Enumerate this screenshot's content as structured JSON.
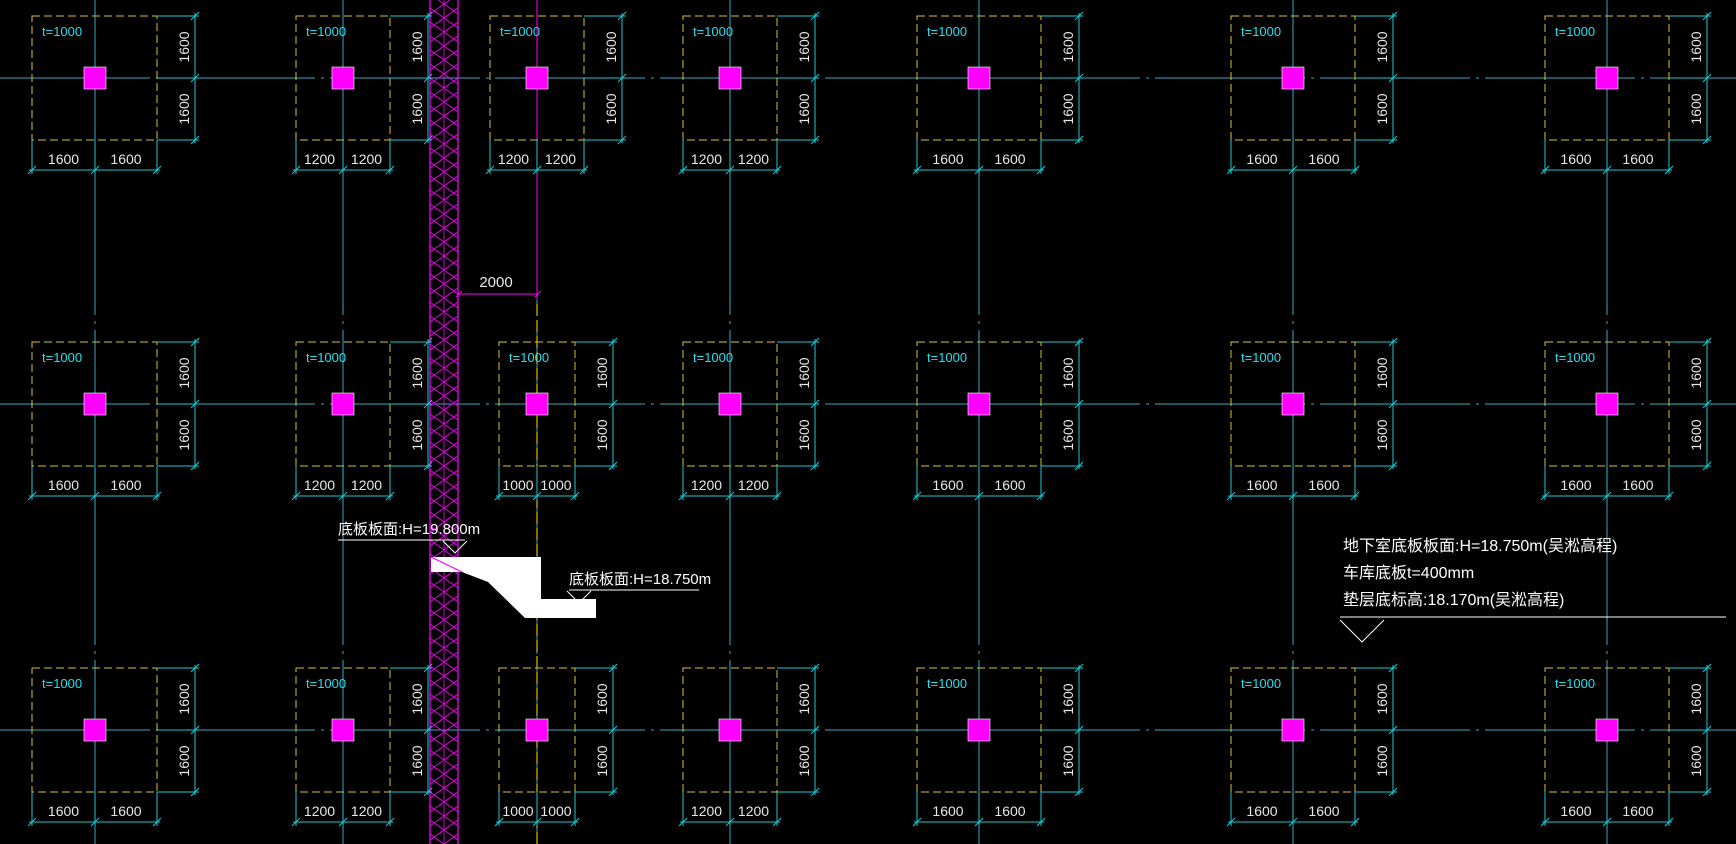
{
  "drawing": {
    "background": "#000000",
    "colors": {
      "axis": "#3aa6c4",
      "footing_outline": "#d6c23a",
      "dimension": "#1ec8d2",
      "dim_text": "#e8e8e8",
      "thickness_text": "#22e0f0",
      "column": "#ff00ff",
      "pile_wall": "#ff00ff",
      "white": "#ffffff"
    },
    "footings": [
      {
        "id": "r1c1",
        "thickness_label": "t=1000",
        "width_left": "1600",
        "width_right": "1600",
        "height_top": "1600",
        "height_bottom": "1600"
      },
      {
        "id": "r1c2",
        "thickness_label": "t=1000",
        "width_left": "1200",
        "width_right": "1200",
        "height_top": "1600",
        "height_bottom": "1600"
      },
      {
        "id": "r1c3",
        "thickness_label": "t=1000",
        "width_left": "1200",
        "width_right": "1200",
        "height_top": "1600",
        "height_bottom": "1600"
      },
      {
        "id": "r1c4",
        "thickness_label": "t=1000",
        "width_left": "1200",
        "width_right": "1200",
        "height_top": "1600",
        "height_bottom": "1600"
      },
      {
        "id": "r1c5",
        "thickness_label": "t=1000",
        "width_left": "1600",
        "width_right": "1600",
        "height_top": "1600",
        "height_bottom": "1600"
      },
      {
        "id": "r1c6",
        "thickness_label": "t=1000",
        "width_left": "1600",
        "width_right": "1600",
        "height_top": "1600",
        "height_bottom": "1600"
      },
      {
        "id": "r1c7",
        "thickness_label": "t=1000",
        "width_left": "1600",
        "width_right": "1600",
        "height_top": "1600",
        "height_bottom": "1600"
      },
      {
        "id": "r2c1",
        "thickness_label": "t=1000",
        "width_left": "1600",
        "width_right": "1600",
        "height_top": "1600",
        "height_bottom": "1600"
      },
      {
        "id": "r2c2",
        "thickness_label": "t=1000",
        "width_left": "1200",
        "width_right": "1200",
        "height_top": "1600",
        "height_bottom": "1600"
      },
      {
        "id": "r2c3",
        "thickness_label": "t=1000",
        "width_left": "1000",
        "width_right": "1000",
        "height_top": "1600",
        "height_bottom": "1600"
      },
      {
        "id": "r2c4",
        "thickness_label": "t=1000",
        "width_left": "1200",
        "width_right": "1200",
        "height_top": "1600",
        "height_bottom": "1600"
      },
      {
        "id": "r2c5",
        "thickness_label": "t=1000",
        "width_left": "1600",
        "width_right": "1600",
        "height_top": "1600",
        "height_bottom": "1600"
      },
      {
        "id": "r2c6",
        "thickness_label": "t=1000",
        "width_left": "1600",
        "width_right": "1600",
        "height_top": "1600",
        "height_bottom": "1600"
      },
      {
        "id": "r2c7",
        "thickness_label": "t=1000",
        "width_left": "1600",
        "width_right": "1600",
        "height_top": "1600",
        "height_bottom": "1600"
      },
      {
        "id": "r3c1",
        "thickness_label": "t=1000",
        "width_left": "1600",
        "width_right": "1600",
        "height_top": "1600",
        "height_bottom": "1600"
      },
      {
        "id": "r3c2",
        "thickness_label": "t=1000",
        "width_left": "1200",
        "width_right": "1200",
        "height_top": "1600",
        "height_bottom": "1600"
      },
      {
        "id": "r3c3",
        "thickness_label": "",
        "width_left": "1000",
        "width_right": "1000",
        "height_top": "1600",
        "height_bottom": "1600"
      },
      {
        "id": "r3c4",
        "thickness_label": "",
        "width_left": "1200",
        "width_right": "1200",
        "height_top": "1600",
        "height_bottom": "1600"
      },
      {
        "id": "r3c5",
        "thickness_label": "t=1000",
        "width_left": "1600",
        "width_right": "1600",
        "height_top": "1600",
        "height_bottom": "1600"
      },
      {
        "id": "r3c6",
        "thickness_label": "t=1000",
        "width_left": "1600",
        "width_right": "1600",
        "height_top": "1600",
        "height_bottom": "1600"
      },
      {
        "id": "r3c7",
        "thickness_label": "t=1000",
        "width_left": "1600",
        "width_right": "1600",
        "height_top": "1600",
        "height_bottom": "1600"
      }
    ],
    "offset_dimension": "2000",
    "elevation_labels": {
      "upper": "底板板面:H=19.800m",
      "lower": "底板板面:H=18.750m"
    },
    "notes": [
      "地下室底板板面:H=18.750m(吴淞高程)",
      "车库底板t=400mm",
      "垫层底标高:18.170m(吴淞高程)"
    ]
  }
}
